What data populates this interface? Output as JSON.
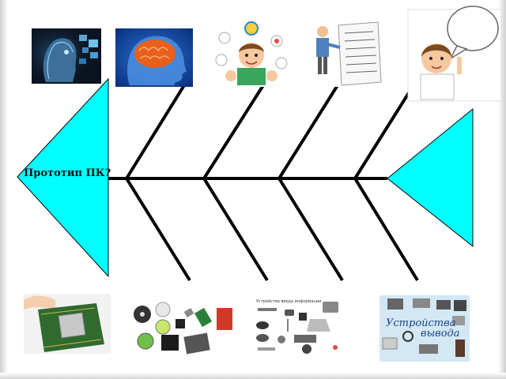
{
  "diagram": {
    "head_label": "Прототип ПК?",
    "output_devices_caption_line1": "Устройства",
    "output_devices_caption_line2": "вывода",
    "ports_caption": "Устройства ввода информации",
    "colors": {
      "head_fill": "#00ffff",
      "bone": "#000000",
      "brain": "#e8601c",
      "board": "#2f6b2f"
    },
    "top_images": [
      "cyber-head-icon",
      "brain-profile-icon",
      "child-with-food-icons",
      "man-with-checklist-icon",
      "boy-thinking-bubble-icon"
    ],
    "bottom_images": [
      "processor-chip-icon",
      "storage-media-icon",
      "input-devices-icon",
      "output-devices-icon"
    ]
  }
}
